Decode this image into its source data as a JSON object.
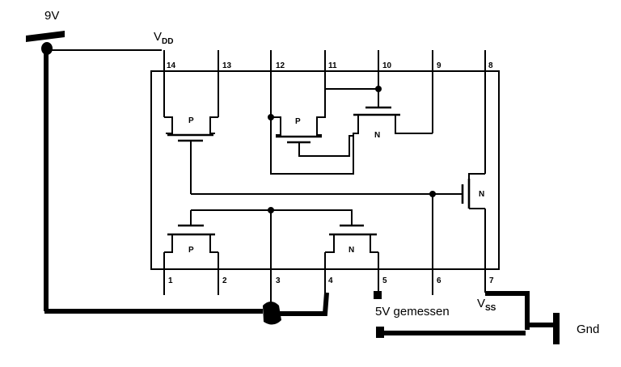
{
  "labels": {
    "supply": "9V",
    "vdd_main": "V",
    "vdd_sub": "DD",
    "vss_main": "V",
    "vss_sub": "SS",
    "measured": "5V gemessen",
    "ground": "Gnd"
  },
  "pins_top": [
    "14",
    "13",
    "12",
    "11",
    "10",
    "9",
    "8"
  ],
  "pins_bottom": [
    "1",
    "2",
    "3",
    "4",
    "5",
    "6",
    "7"
  ],
  "transistors": {
    "p_top_left": "P",
    "p_top_mid": "P",
    "n_top_mid": "N",
    "n_right": "N",
    "p_bottom_left": "P",
    "n_bottom_mid": "N"
  }
}
